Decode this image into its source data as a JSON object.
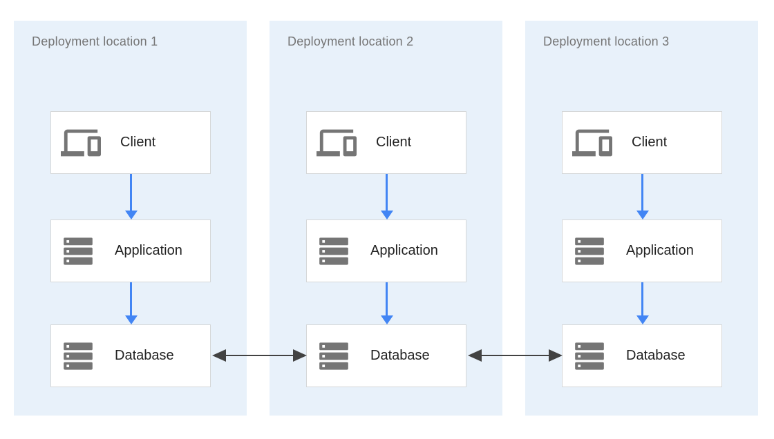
{
  "panels": [
    {
      "title": "Deployment location 1",
      "nodes": [
        {
          "label": "Client",
          "icon": "devices-icon"
        },
        {
          "label": "Application",
          "icon": "server-stack-icon"
        },
        {
          "label": "Database",
          "icon": "server-stack-icon"
        }
      ]
    },
    {
      "title": "Deployment location 2",
      "nodes": [
        {
          "label": "Client",
          "icon": "devices-icon"
        },
        {
          "label": "Application",
          "icon": "server-stack-icon"
        },
        {
          "label": "Database",
          "icon": "server-stack-icon"
        }
      ]
    },
    {
      "title": "Deployment location 3",
      "nodes": [
        {
          "label": "Client",
          "icon": "devices-icon"
        },
        {
          "label": "Application",
          "icon": "server-stack-icon"
        },
        {
          "label": "Database",
          "icon": "server-stack-icon"
        }
      ]
    }
  ],
  "connections": {
    "within_panel": [
      {
        "from": "Client",
        "to": "Application",
        "direction": "down",
        "color": "#4285f4"
      },
      {
        "from": "Application",
        "to": "Database",
        "direction": "down",
        "color": "#4285f4"
      }
    ],
    "between_panels": [
      {
        "from": "Database (location 1)",
        "to": "Database (location 2)",
        "direction": "bidirectional",
        "color": "#424242"
      },
      {
        "from": "Database (location 2)",
        "to": "Database (location 3)",
        "direction": "bidirectional",
        "color": "#424242"
      }
    ]
  },
  "colors": {
    "panel_background": "#e8f1fa",
    "node_background": "#ffffff",
    "node_border": "#d5d7d8",
    "title_text": "#757575",
    "node_text": "#212121",
    "icon": "#757575",
    "flow_arrow": "#4285f4",
    "replication_arrow": "#424242"
  }
}
